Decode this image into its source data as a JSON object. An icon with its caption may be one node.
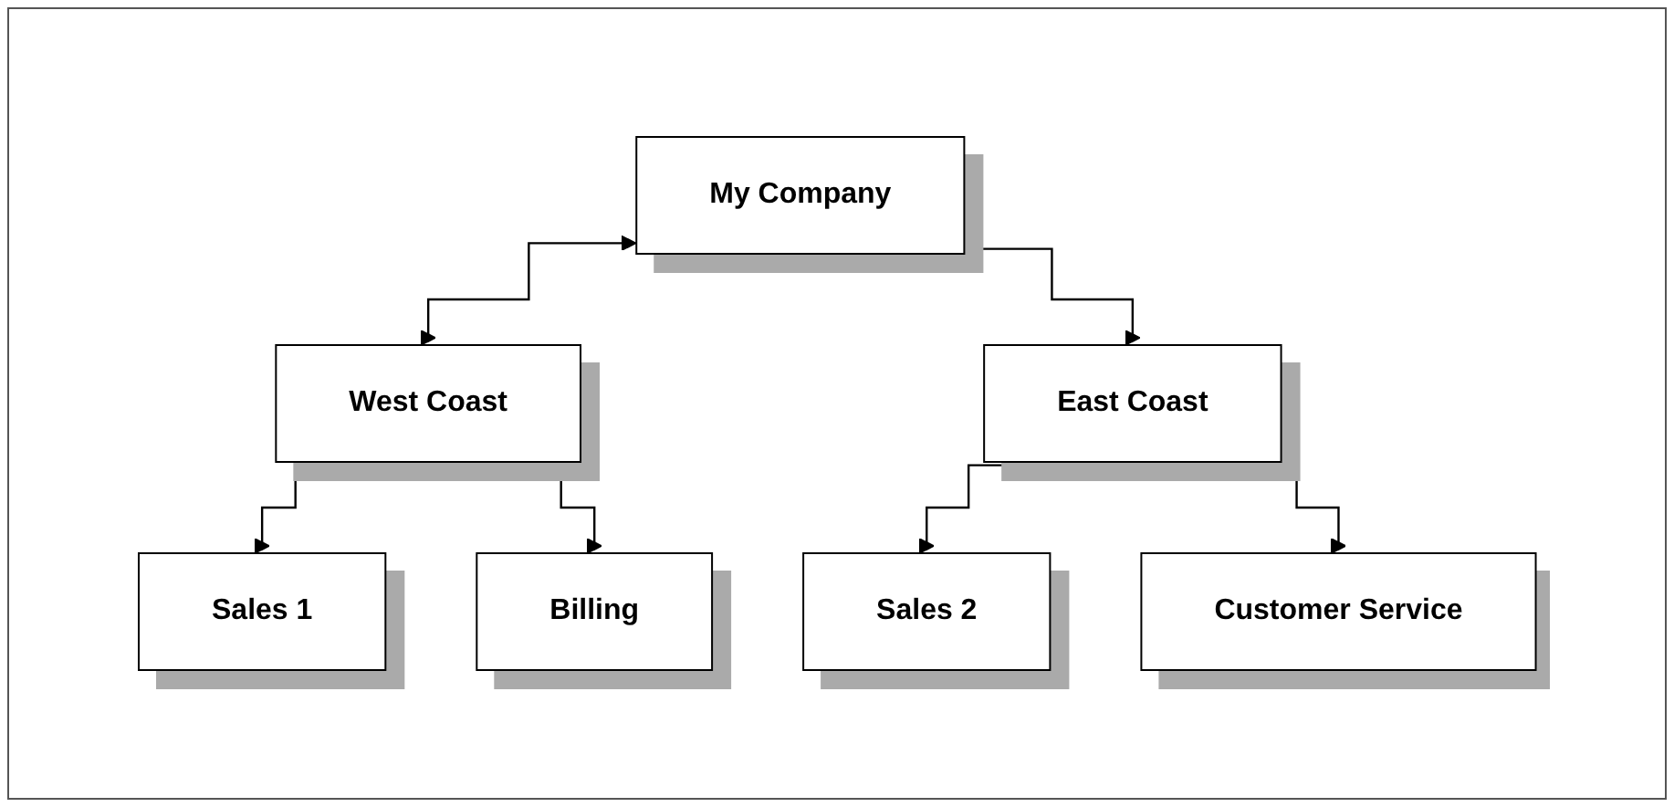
{
  "diagram": {
    "nodes": [
      {
        "text": [
          "My Company"
        ]
      },
      {
        "text": [
          "West Coast"
        ]
      },
      {
        "text": [
          "East Coast"
        ]
      },
      {
        "text": [
          "Sales 1"
        ]
      },
      {
        "text": [
          "Billing"
        ]
      },
      {
        "text": [
          "Sales 2"
        ]
      },
      {
        "text": [
          "Customer Service"
        ]
      }
    ],
    "edges": [
      {
        "from": 0,
        "to": 1,
        "arrow": "both"
      },
      {
        "from": 0,
        "to": 2,
        "arrow": "both"
      },
      {
        "from": 1,
        "to": 3,
        "arrow": "both"
      },
      {
        "from": 1,
        "to": 4,
        "arrow": "both"
      },
      {
        "from": 2,
        "to": 5,
        "arrow": "both"
      },
      {
        "from": 2,
        "to": 6,
        "arrow": "both"
      }
    ]
  }
}
